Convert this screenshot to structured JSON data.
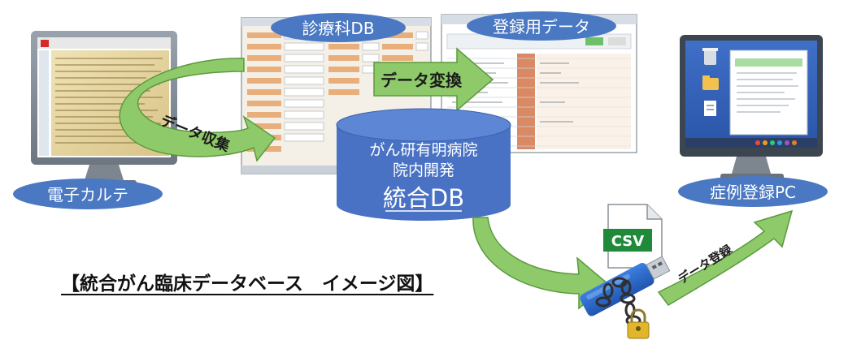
{
  "labels": {
    "shinryoka_db": "診療科DB",
    "toroku_data": "登録用データ",
    "denshi_karte": "電子カルテ",
    "shorei_toroku_pc": "症例登録PC"
  },
  "arrows": {
    "collect": "データ収集",
    "convert": "データ変換",
    "register": "データ登録"
  },
  "database": {
    "line1": "がん研有明病院",
    "line2": "院内開発",
    "line3": "統合DB"
  },
  "file": {
    "type": "CSV"
  },
  "caption": "【統合がん臨床データベース　イメージ図】",
  "colors": {
    "label_fill": "#4a78c2",
    "db_fill": "#4a72c4",
    "db_top": "#5d86d4",
    "arrow_fill": "#8fca6a",
    "arrow_stroke": "#5a9a3c",
    "csv_green": "#1f8a3a"
  }
}
